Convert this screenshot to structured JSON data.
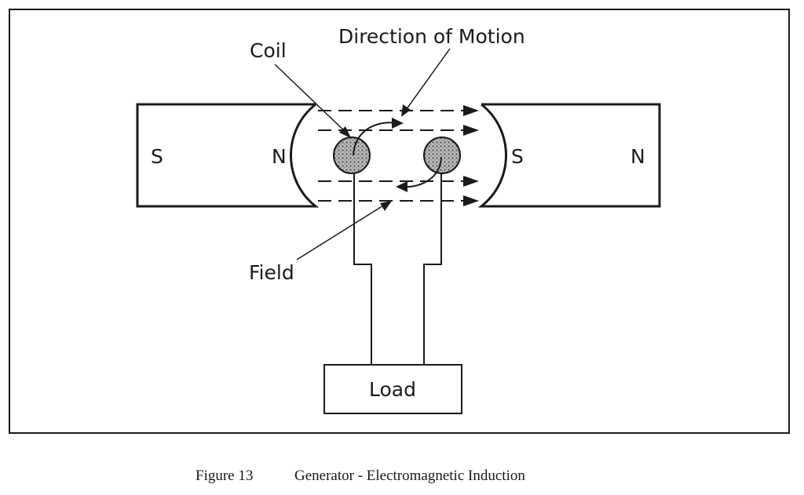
{
  "labels": {
    "coil": "Coil",
    "direction_of_motion": "Direction of Motion",
    "field": "Field",
    "load": "Load"
  },
  "magnets": {
    "left": {
      "pole_outer": "S",
      "pole_inner": "N"
    },
    "right": {
      "pole_inner": "S",
      "pole_outer": "N"
    }
  },
  "caption": {
    "figure_number": "Figure 13",
    "title": "Generator - Electromagnetic Induction"
  }
}
